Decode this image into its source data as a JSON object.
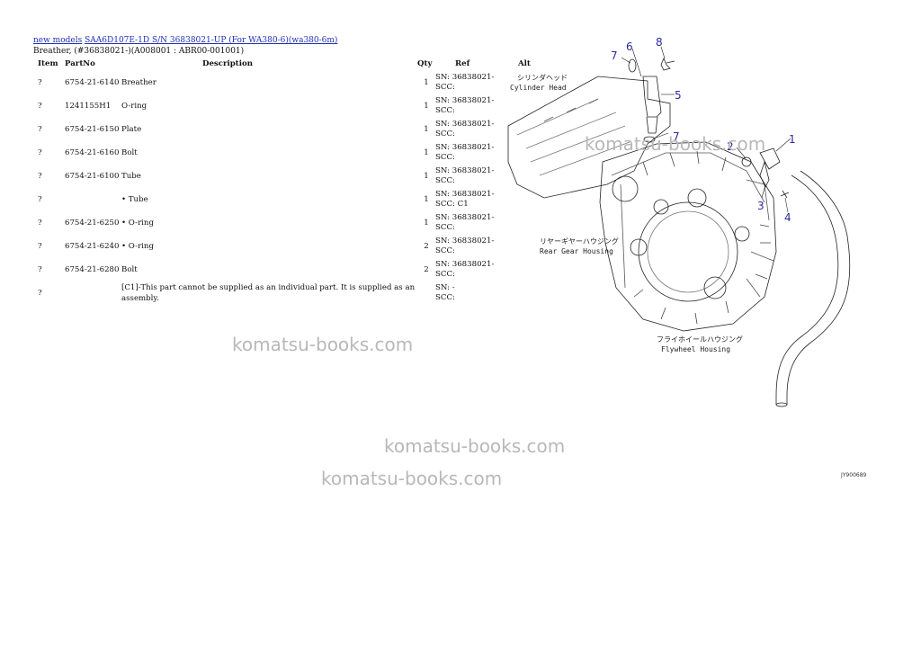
{
  "breadcrumb": {
    "link1": "new models",
    "link2": "SAA6D107E-1D S/N 36838021-UP (For WA380-6)(wa380-6m)"
  },
  "subtitle": "Breather, (#36838021-)(A008001 : ABR00-001001)",
  "columns": {
    "item": "Item",
    "partno": "PartNo",
    "description": "Description",
    "qty": "Qty",
    "ref": "Ref",
    "alt": "Alt"
  },
  "rows": [
    {
      "item": "?",
      "partno": "6754-21-6140",
      "description": "Breather",
      "qty": "1",
      "ref1": "SN: 36838021-",
      "ref2": "SCC:"
    },
    {
      "item": "?",
      "partno": "1241155H1",
      "description": "O-ring",
      "qty": "1",
      "ref1": "SN: 36838021-",
      "ref2": "SCC:"
    },
    {
      "item": "?",
      "partno": "6754-21-6150",
      "description": "Plate",
      "qty": "1",
      "ref1": "SN: 36838021-",
      "ref2": "SCC:"
    },
    {
      "item": "?",
      "partno": "6754-21-6160",
      "description": "Bolt",
      "qty": "1",
      "ref1": "SN: 36838021-",
      "ref2": "SCC:"
    },
    {
      "item": "?",
      "partno": "6754-21-6100",
      "description": "Tube",
      "qty": "1",
      "ref1": "SN: 36838021-",
      "ref2": "SCC:"
    },
    {
      "item": "?",
      "partno": "",
      "description": "• Tube",
      "qty": "1",
      "ref1": "SN: 36838021-",
      "ref2": "SCC: C1"
    },
    {
      "item": "?",
      "partno": "6754-21-6250",
      "description": "• O-ring",
      "qty": "1",
      "ref1": "SN: 36838021-",
      "ref2": "SCC:"
    },
    {
      "item": "?",
      "partno": "6754-21-6240",
      "description": "• O-ring",
      "qty": "2",
      "ref1": "SN: 36838021-",
      "ref2": "SCC:"
    },
    {
      "item": "?",
      "partno": "6754-21-6280",
      "description": "Bolt",
      "qty": "2",
      "ref1": "SN: 36838021-",
      "ref2": "SCC:"
    },
    {
      "item": "?",
      "partno": "",
      "description": "[C1]-This part cannot be supplied as an individual part. It is supplied as an assembly.",
      "qty": "",
      "ref1": "SN: -",
      "ref2": "SCC:"
    }
  ],
  "watermark": "komatsu-books.com",
  "diagram": {
    "label_cylinder_jp": "シリンダヘッド",
    "label_cylinder_en": "Cylinder Head",
    "label_rear_jp": "リヤーギヤーハウジング",
    "label_rear_en": "Rear Gear Housing",
    "label_flywheel_jp": "フライホイールハウジング",
    "label_flywheel_en": "Flywheel Housing",
    "callouts": [
      "1",
      "2",
      "3",
      "4",
      "5",
      "6",
      "7",
      "7",
      "8"
    ],
    "figure_code": "JY900689"
  },
  "colors": {
    "link": "#1f2fb5",
    "callout": "#2a2aa0",
    "watermark": "#b8b8b8"
  }
}
